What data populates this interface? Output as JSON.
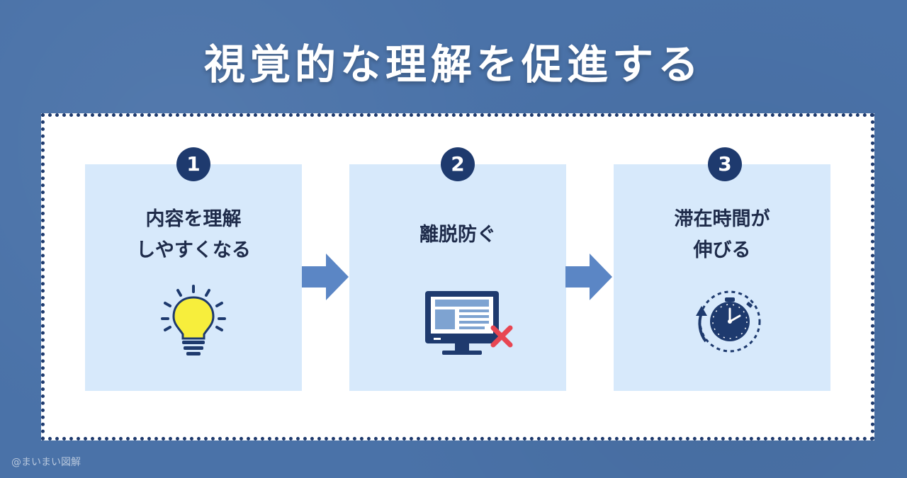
{
  "title": "視覚的な理解を促進する",
  "steps": [
    {
      "number": "1",
      "lines": [
        "内容を理解",
        "しやすくなる"
      ],
      "icon": "lightbulb-icon"
    },
    {
      "number": "2",
      "lines": [
        "離脱防ぐ"
      ],
      "icon": "monitor-close-icon"
    },
    {
      "number": "3",
      "lines": [
        "滞在時間が",
        "伸びる"
      ],
      "icon": "clock-cycle-icon"
    }
  ],
  "credit": "@まいまい図解",
  "colors": {
    "background": "#4a72a8",
    "navy": "#1e3a6e",
    "card": "#d7e9fb",
    "arrow": "#5b86c5",
    "bulb": "#f7ee3c",
    "cross": "#e84652"
  }
}
